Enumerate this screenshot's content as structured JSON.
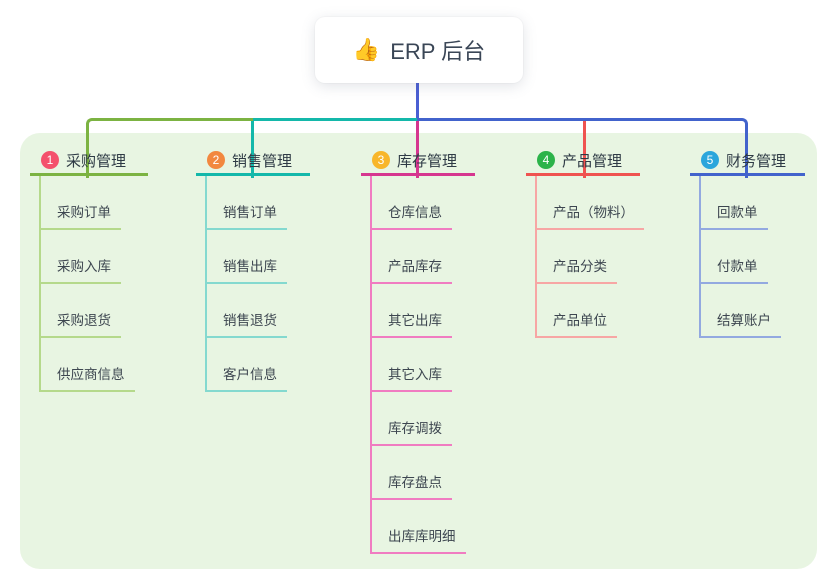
{
  "root": {
    "label": "ERP 后台",
    "icon": "👍"
  },
  "branches": [
    {
      "badge": "1",
      "label": "采购管理",
      "badge_color": "#f4516c",
      "line_color": "#7cb342",
      "light_color": "#b5d98b",
      "children": [
        "采购订单",
        "采购入库",
        "采购退货",
        "供应商信息"
      ]
    },
    {
      "badge": "2",
      "label": "销售管理",
      "badge_color": "#f2883f",
      "line_color": "#14b8aa",
      "light_color": "#84d9cf",
      "children": [
        "销售订单",
        "销售出库",
        "销售退货",
        "客户信息"
      ]
    },
    {
      "badge": "3",
      "label": "库存管理",
      "badge_color": "#f8b62a",
      "line_color": "#d6368f",
      "light_color": "#f07cc1",
      "children": [
        "仓库信息",
        "产品库存",
        "其它出库",
        "其它入库",
        "库存调拨",
        "库存盘点",
        "出库库明细"
      ]
    },
    {
      "badge": "4",
      "label": "产品管理",
      "badge_color": "#2cb34a",
      "line_color": "#ef5350",
      "light_color": "#f7a6a4",
      "children": [
        "产品（物料）",
        "产品分类",
        "产品单位"
      ]
    },
    {
      "badge": "5",
      "label": "财务管理",
      "badge_color": "#2ba6dc",
      "line_color": "#4263cc",
      "light_color": "#93a9e0",
      "children": [
        "回款单",
        "付款单",
        "结算账户"
      ]
    }
  ],
  "colors": {
    "stem": "#4a5fd3",
    "panel": "#e8f5e2"
  }
}
